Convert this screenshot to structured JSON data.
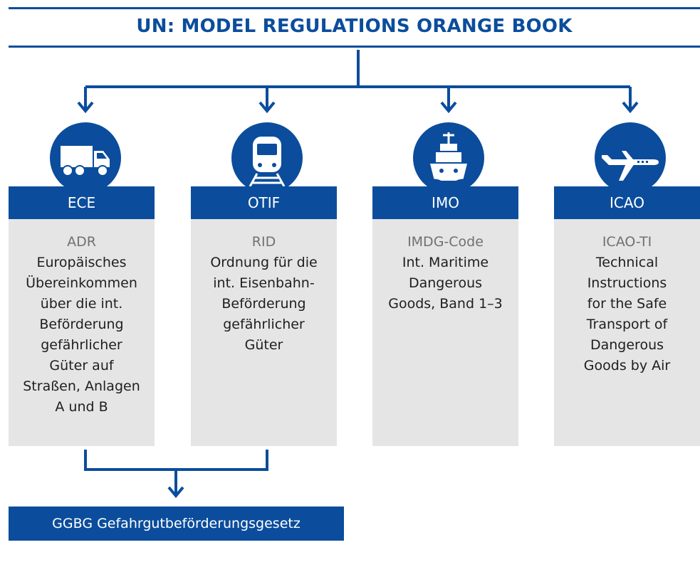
{
  "title": "UN: MODEL REGULATIONS ORANGE BOOK",
  "colors": {
    "primary": "#0b4d9c",
    "box_bg": "#e5e5e5",
    "code_text": "#707070"
  },
  "organizations": [
    {
      "icon": "truck-icon",
      "header": "ECE",
      "code": "ADR",
      "description": "Europäisches\nÜbereinkommen\nüber die int.\nBeförderung\ngefährlicher\nGüter auf\nStraßen, Anlagen\nA und B"
    },
    {
      "icon": "train-icon",
      "header": "OTIF",
      "code": "RID",
      "description": "Ordnung für die\nint. Eisenbahn-\nBeförderung\ngefährlicher\nGüter"
    },
    {
      "icon": "ship-icon",
      "header": "IMO",
      "code": "IMDG-Code",
      "description": "Int. Maritime\nDangerous\nGoods, Band 1–3"
    },
    {
      "icon": "airplane-icon",
      "header": "ICAO",
      "code": "ICAO-TI",
      "description": "Technical\nInstructions\nfor the Safe\nTransport of\nDangerous\nGoods by Air"
    }
  ],
  "footer": "GGBG Gefahrgutbeförderungsgesetz"
}
